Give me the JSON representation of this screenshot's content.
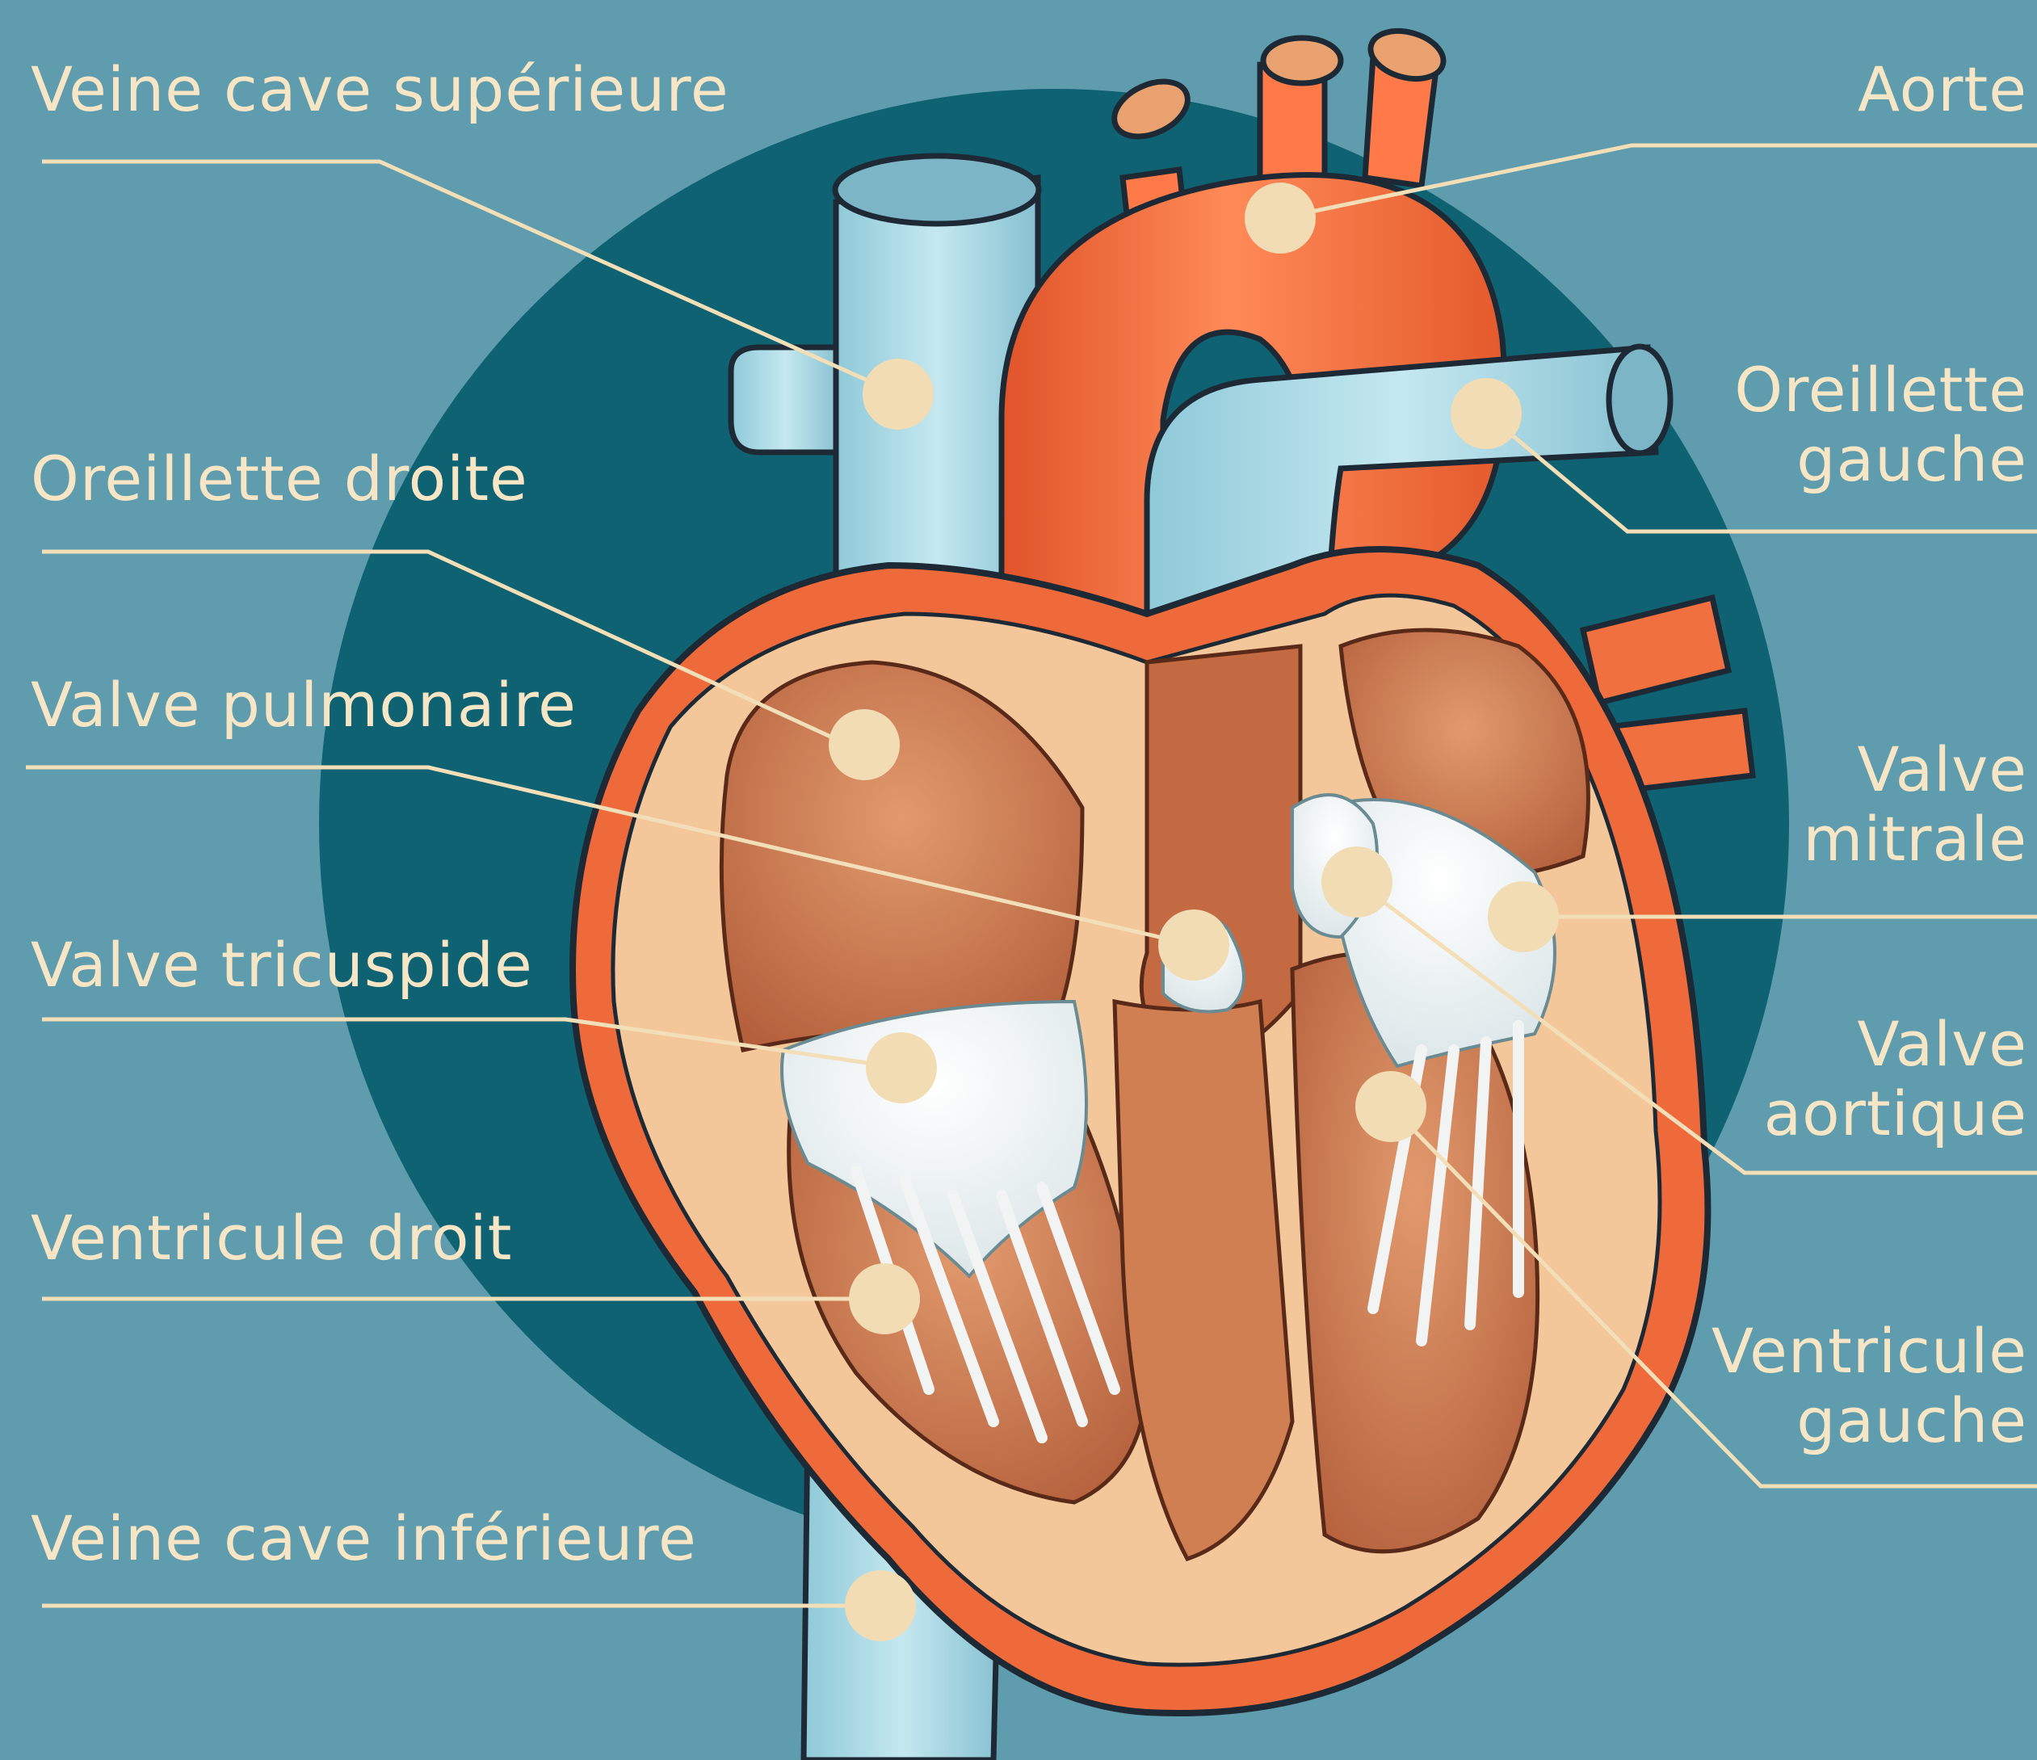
{
  "colors": {
    "background": "#5f9cad",
    "disc": "#0f6272",
    "label_text": "#f6e6c6",
    "leader_line": "#f2dfb8",
    "marker_dot": "#f1dcb4",
    "artery_red": "#ef6a3a",
    "vein_blue": "#a9d8e3",
    "muscle_tan": "#f4c79a",
    "chamber_brown": "#c8714a",
    "valve_white": "#f2f4f4"
  },
  "labels": {
    "left": {
      "veine_cave_superieure": "Veine cave supérieure",
      "oreillette_droite": "Oreillette droite",
      "valve_pulmonaire": "Valve pulmonaire",
      "valve_tricuspide": "Valve tricuspide",
      "ventricule_droit": "Ventricule droit",
      "veine_cave_inferieure": "Veine cave inférieure"
    },
    "right": {
      "aorte": "Aorte",
      "oreillette_gauche": [
        "Oreillette",
        "gauche"
      ],
      "valve_mitrale": [
        "Valve",
        "mitrale"
      ],
      "valve_aortique": [
        "Valve",
        "aortique"
      ],
      "ventricule_gauche": [
        "Ventricule",
        "gauche"
      ]
    }
  }
}
